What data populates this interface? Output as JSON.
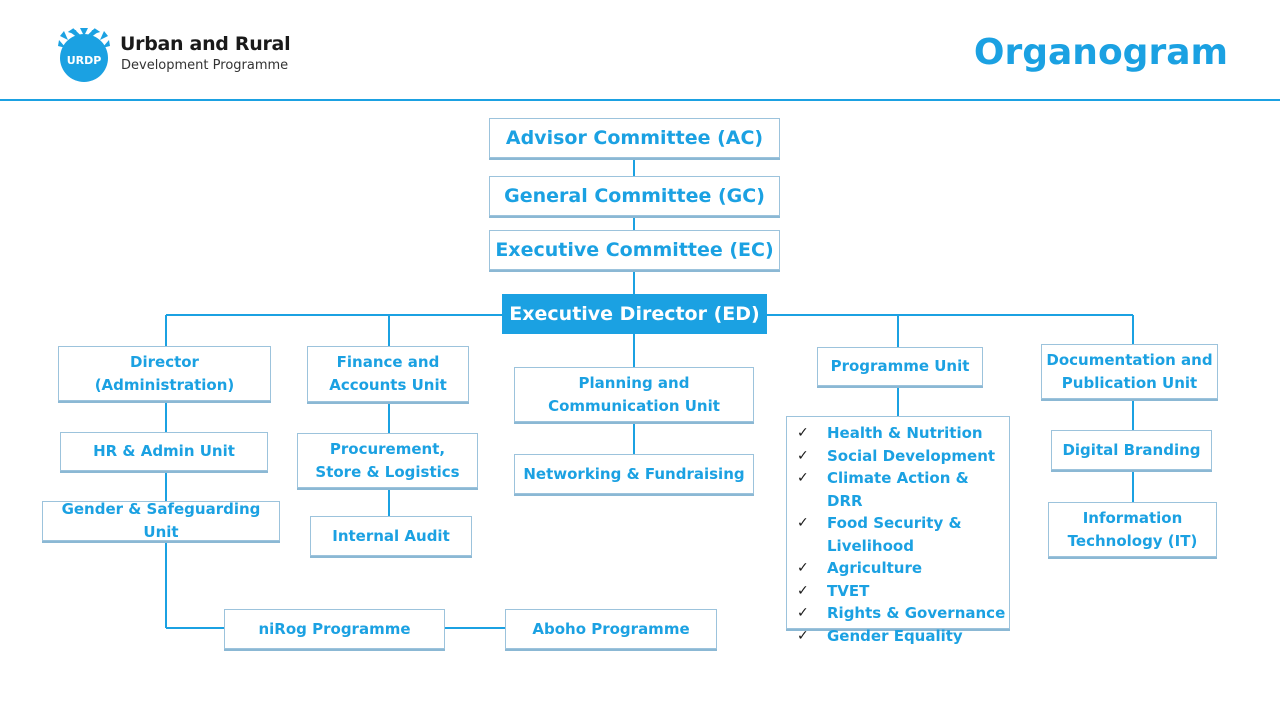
{
  "header": {
    "logo_badge": "URDP",
    "logo_title": "Urban and Rural",
    "logo_subtitle": "Development Programme",
    "page_title": "Organogram",
    "accent_color": "#1ba1e2"
  },
  "chart": {
    "advisor": "Advisor Committee (AC)",
    "general": "General Committee (GC)",
    "executive_committee": "Executive Committee (EC)",
    "executive_director": "Executive Director (ED)",
    "director_admin": "Director (Administration)",
    "hr_admin": "HR & Admin Unit",
    "gender_safeguarding": "Gender & Safeguarding Unit",
    "finance_accounts": "Finance and Accounts Unit",
    "procurement": "Procurement, Store & Logistics",
    "internal_audit": "Internal Audit",
    "planning_comm": "Planning and Communication Unit",
    "networking": "Networking & Fundraising",
    "programme_unit": "Programme Unit",
    "programme_items": [
      "Health & Nutrition",
      "Social Development",
      "Climate Action & DRR",
      "Food Security & Livelihood",
      "Agriculture",
      "TVET",
      "Rights & Governance",
      "Gender Equality"
    ],
    "documentation": "Documentation and Publication Unit",
    "digital_branding": "Digital Branding",
    "it": "Information Technology (IT)",
    "nirog": "niRog Programme",
    "aboho": "Aboho Programme"
  }
}
